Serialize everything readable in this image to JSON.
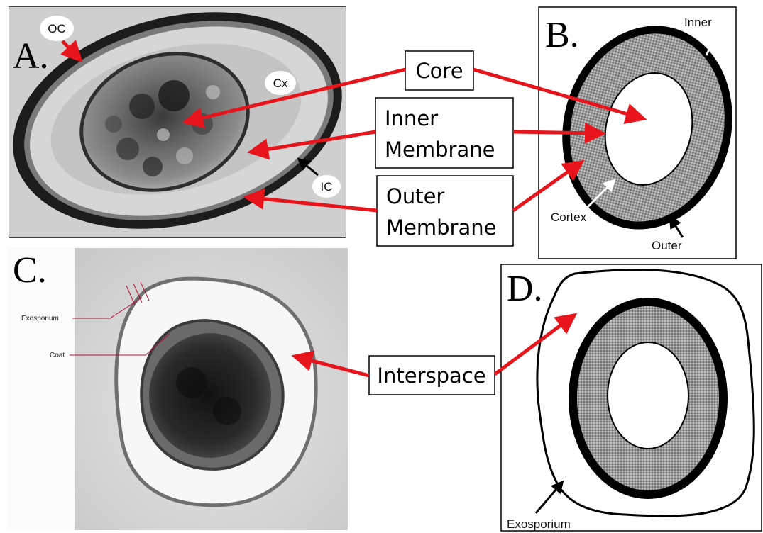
{
  "panels": {
    "a": {
      "letter": "A.",
      "labels": {
        "oc": "OC",
        "cx": "Cx",
        "ic": "IC"
      }
    },
    "b": {
      "letter": "B.",
      "labels": {
        "inner": "Inner",
        "cortex": "Cortex",
        "outer": "Outer"
      }
    },
    "c": {
      "letter": "C.",
      "labels": {
        "exosporium": "Exosporium",
        "coat": "Coat"
      }
    },
    "d": {
      "letter": "D.",
      "labels": {
        "exosporium": "Exosporium"
      }
    }
  },
  "callouts": {
    "core": "Core",
    "inner_membrane": [
      "Inner",
      "Membrane"
    ],
    "outer_membrane": [
      "Outer",
      "Membrane"
    ],
    "interspace": "Interspace"
  },
  "colors": {
    "arrow": "#e8141c",
    "cortex_fill": "#8a8a8a",
    "coat": "#000000",
    "micrograph_dark": "#1a1a1a"
  }
}
